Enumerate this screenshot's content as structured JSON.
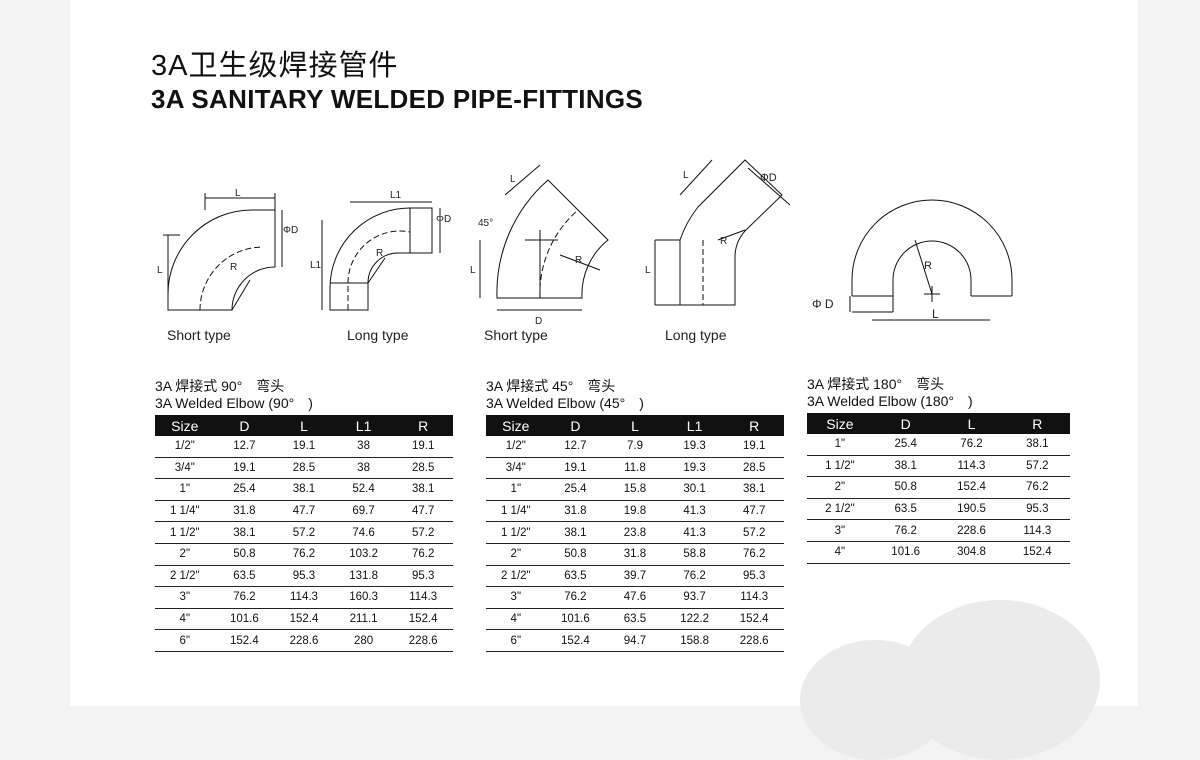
{
  "header": {
    "title_cn": "3A卫生级焊接管件",
    "title_en": "3A SANITARY WELDED PIPE-FITTINGS"
  },
  "diagrams": {
    "elbow90_short": {
      "caption": "Short type",
      "dim_L_top": "L",
      "dim_L_side": "L",
      "dim_D": "ΦD",
      "dim_R": "R"
    },
    "elbow90_long": {
      "caption": "Long type",
      "dim_L1_top": "L1",
      "dim_L1_side": "L1",
      "dim_D": "ΦD",
      "dim_R": "R"
    },
    "elbow45_short": {
      "caption": "Short type",
      "dim_L_top": "L",
      "dim_L_side": "L",
      "dim_angle": "45°",
      "dim_R": "R",
      "dim_D": "D"
    },
    "elbow45_long": {
      "caption": "Long type",
      "dim_L_top": "L",
      "dim_L_side": "L",
      "dim_D": "ΦD",
      "dim_R": "R"
    },
    "elbow180": {
      "dim_D": "Φ D",
      "dim_L": "L",
      "dim_R": "R"
    }
  },
  "tables": {
    "elbow90": {
      "caption_cn": "3A 焊接式 90°　弯头",
      "caption_en": "3A Welded Elbow (90°　)",
      "headers": [
        "Size",
        "D",
        "L",
        "L1",
        "R"
      ],
      "rows": [
        [
          "1/2\"",
          "12.7",
          "19.1",
          "38",
          "19.1"
        ],
        [
          "3/4\"",
          "19.1",
          "28.5",
          "38",
          "28.5"
        ],
        [
          "1\"",
          "25.4",
          "38.1",
          "52.4",
          "38.1"
        ],
        [
          "1 1/4\"",
          "31.8",
          "47.7",
          "69.7",
          "47.7"
        ],
        [
          "1 1/2\"",
          "38.1",
          "57.2",
          "74.6",
          "57.2"
        ],
        [
          "2\"",
          "50.8",
          "76.2",
          "103.2",
          "76.2"
        ],
        [
          "2 1/2\"",
          "63.5",
          "95.3",
          "131.8",
          "95.3"
        ],
        [
          "3\"",
          "76.2",
          "114.3",
          "160.3",
          "114.3"
        ],
        [
          "4\"",
          "101.6",
          "152.4",
          "211.1",
          "152.4"
        ],
        [
          "6\"",
          "152.4",
          "228.6",
          "280",
          "228.6"
        ]
      ]
    },
    "elbow45": {
      "caption_cn": "3A 焊接式 45°　弯头",
      "caption_en": "3A Welded Elbow (45°　)",
      "headers": [
        "Size",
        "D",
        "L",
        "L1",
        "R"
      ],
      "rows": [
        [
          "1/2\"",
          "12.7",
          "7.9",
          "19.3",
          "19.1"
        ],
        [
          "3/4\"",
          "19.1",
          "11.8",
          "19.3",
          "28.5"
        ],
        [
          "1\"",
          "25.4",
          "15.8",
          "30.1",
          "38.1"
        ],
        [
          "1 1/4\"",
          "31.8",
          "19.8",
          "41.3",
          "47.7"
        ],
        [
          "1 1/2\"",
          "38.1",
          "23.8",
          "41.3",
          "57.2"
        ],
        [
          "2\"",
          "50.8",
          "31.8",
          "58.8",
          "76.2"
        ],
        [
          "2 1/2\"",
          "63.5",
          "39.7",
          "76.2",
          "95.3"
        ],
        [
          "3\"",
          "76.2",
          "47.6",
          "93.7",
          "114.3"
        ],
        [
          "4\"",
          "101.6",
          "63.5",
          "122.2",
          "152.4"
        ],
        [
          "6\"",
          "152.4",
          "94.7",
          "158.8",
          "228.6"
        ]
      ]
    },
    "elbow180": {
      "caption_cn": "3A 焊接式 180°　弯头",
      "caption_en": "3A Welded Elbow (180°　)",
      "headers": [
        "Size",
        "D",
        "L",
        "R"
      ],
      "rows": [
        [
          "1\"",
          "25.4",
          "76.2",
          "38.1"
        ],
        [
          "1 1/2\"",
          "38.1",
          "114.3",
          "57.2"
        ],
        [
          "2\"",
          "50.8",
          "152.4",
          "76.2"
        ],
        [
          "2 1/2\"",
          "63.5",
          "190.5",
          "95.3"
        ],
        [
          "3\"",
          "76.2",
          "228.6",
          "114.3"
        ],
        [
          "4\"",
          "101.6",
          "304.8",
          "152.4"
        ]
      ]
    }
  }
}
